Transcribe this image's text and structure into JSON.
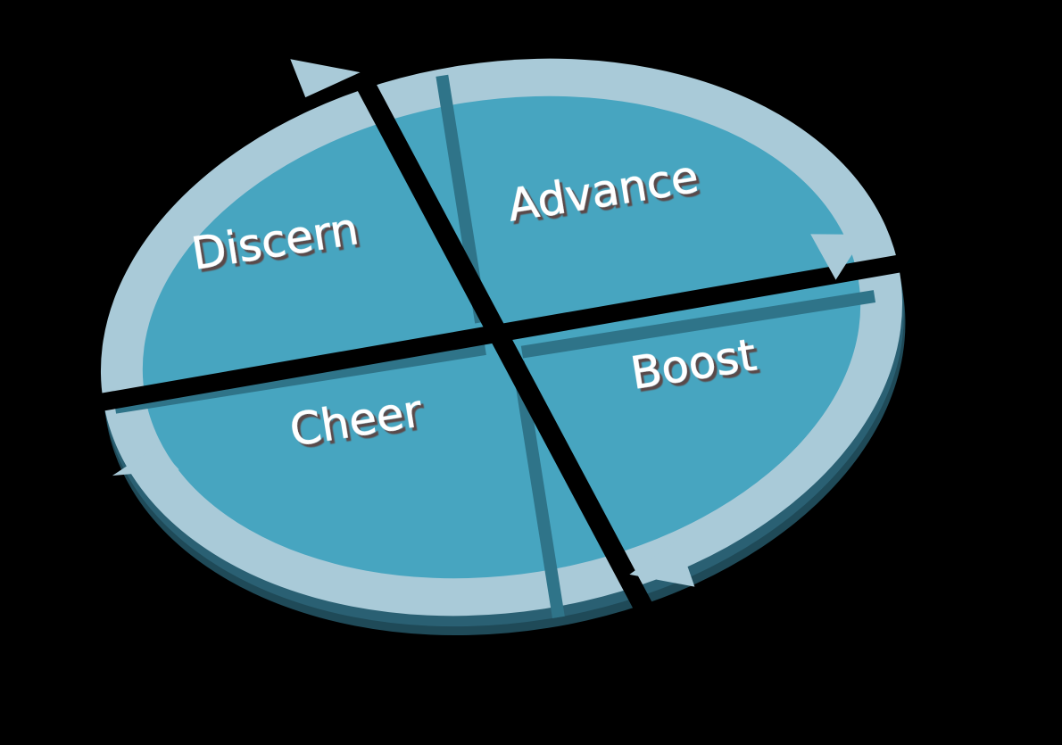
{
  "diagram": {
    "type": "cycle",
    "segments": [
      {
        "id": "discern",
        "label": "Discern"
      },
      {
        "id": "advance",
        "label": "Advance"
      },
      {
        "id": "boost",
        "label": "Boost"
      },
      {
        "id": "cheer",
        "label": "Cheer"
      }
    ],
    "flow": [
      "Discern",
      "Advance",
      "Boost",
      "Cheer"
    ],
    "colors": {
      "background": "#000000",
      "segment_fill": "#47a5c0",
      "ring": "#a9cad8",
      "edge": "#2a6073",
      "text": "#ffffff"
    }
  }
}
